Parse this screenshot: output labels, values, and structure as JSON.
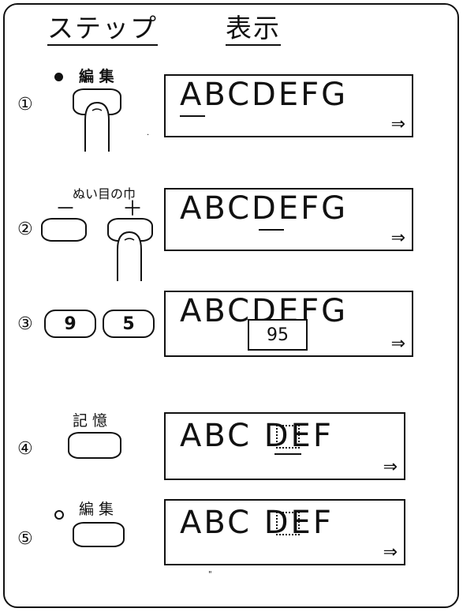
{
  "header": {
    "step_label": "ステップ",
    "display_label": "表示"
  },
  "steps": [
    {
      "num": "①",
      "key_label": "編 集",
      "display_text": "ABCDEFG",
      "arrow": "⇒"
    },
    {
      "num": "②",
      "key_label": "ぬい目の巾",
      "minus": "－",
      "plus": "＋",
      "display_text": "ABCDEFG",
      "arrow": "⇒"
    },
    {
      "num": "③",
      "key_9": "9",
      "key_5": "5",
      "display_text": "ABCDEFG",
      "popup": "95",
      "arrow": "⇒"
    },
    {
      "num": "④",
      "key_label": "記 憶",
      "display_text": "ABC DEF",
      "arrow": "⇒"
    },
    {
      "num": "⑤",
      "key_label": "編 集",
      "display_text": "ABC DEF",
      "arrow": "⇒"
    }
  ],
  "stray_mark": "\""
}
